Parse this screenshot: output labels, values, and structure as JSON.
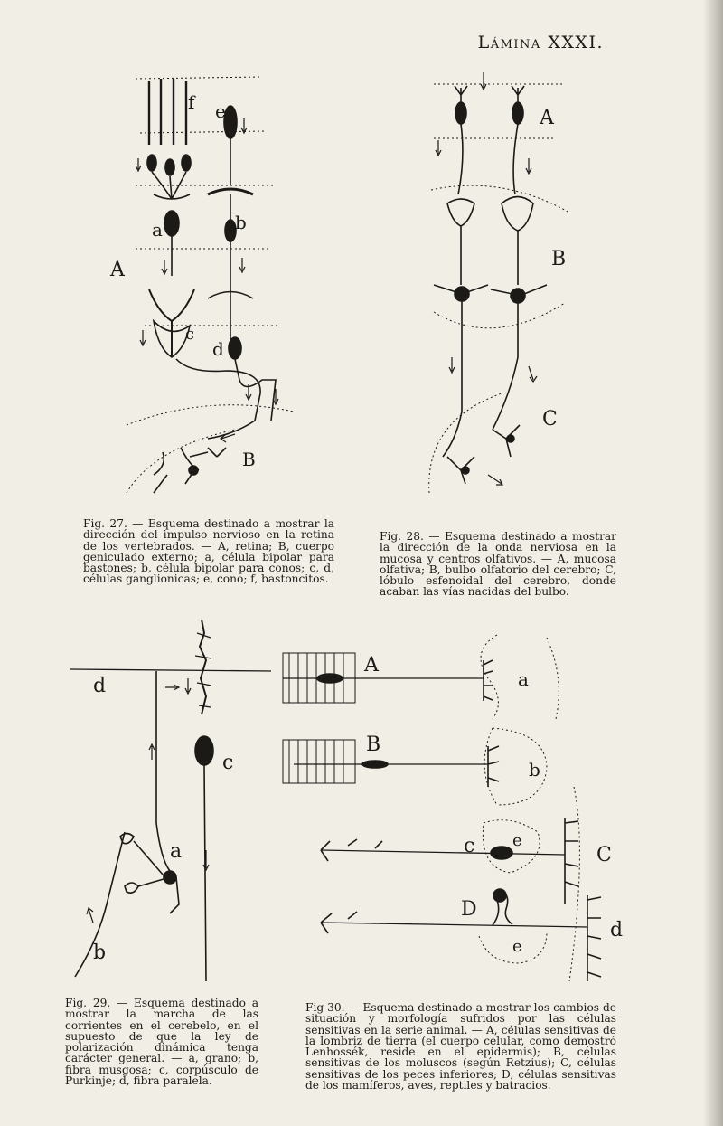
{
  "plate": {
    "title": "Lámina XXXI."
  },
  "figures": [
    {
      "id": "fig27",
      "labels": {
        "A": "A",
        "a": "a",
        "b": "b",
        "c": "c",
        "d": "d",
        "e": "e",
        "f": "f",
        "B": "B"
      },
      "caption": "Fig. 27. — Esquema destinado a mostrar la dirección del impulso nervioso en la retina de los vertebrados. — A, retina; B, cuerpo geniculado externo; a, célula bipolar para bastones; b, célula bipolar para conos; c, d, células ganglionicas; e, cono; f, bastoncitos."
    },
    {
      "id": "fig28",
      "labels": {
        "A": "A",
        "B": "B",
        "C": "C"
      },
      "caption": "Fig. 28. — Esquema destinado a mostrar la dirección de la onda nerviosa en la mucosa y centros olfativos. — A, mucosa olfativa; B, bulbo olfatorio del cerebro; C, lóbulo esfenoidal del cerebro, donde acaban las vías nacidas del bulbo."
    },
    {
      "id": "fig29",
      "labels": {
        "d": "d",
        "c": "c",
        "a": "a",
        "b": "b"
      },
      "caption": "Fig. 29. — Esquema destinado a mostrar la marcha de las corrientes en el cerebelo, en el supuesto de que la ley de polarización dinámica tenga carácter general. — a, grano; b, fibra musgosa; c, corpúsculo de Purkinje; d, fibra paralela."
    },
    {
      "id": "fig30",
      "labels": {
        "A": "A",
        "a": "a",
        "B": "B",
        "b": "b",
        "C": "C",
        "c": "c",
        "e1": "e",
        "D": "D",
        "d": "d",
        "e2": "e"
      },
      "caption": "Fig 30. — Esquema destinado a mostrar los cambios de situación y morfología sufridos por las células sensitivas en la serie animal. — A, células sensitivas de la lombriz de tierra (el cuerpo celular, como demostró Lenhossék, reside en el epidermis); B, células sensitivas de los moluscos (según Retzius); C, células sensitivas de los peces inferiores; D, células sensitivas de los mamíferos, aves, reptiles y batracios."
    }
  ]
}
